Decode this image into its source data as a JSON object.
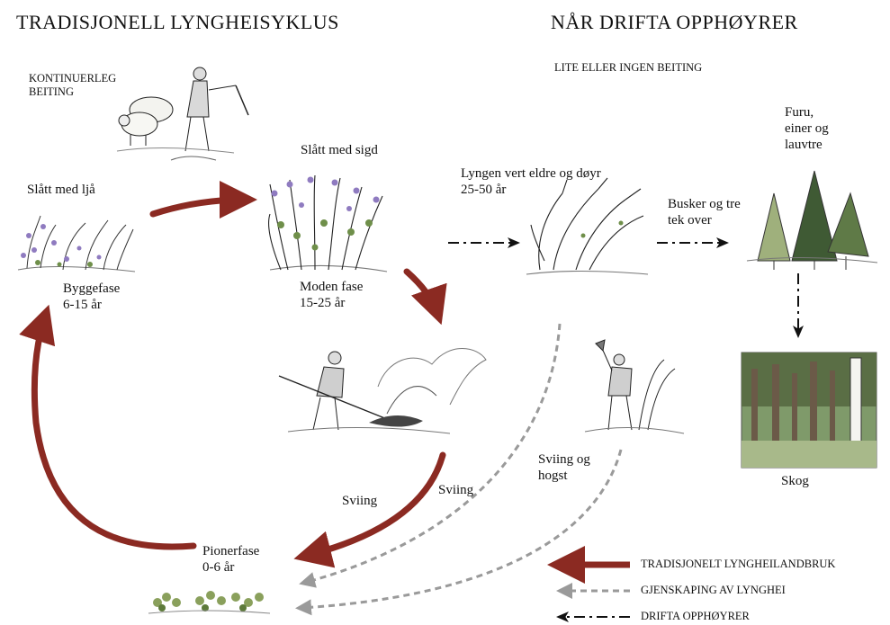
{
  "titles": {
    "left": "TRADISJONELL LYNGHEISYKLUS",
    "right": "NÅR DRIFTA OPPHØYRER"
  },
  "labels": {
    "kontinuerleg_line1": "KONTINUERLEG",
    "kontinuerleg_line2": "BEITING",
    "lite_beiting": "LITE ELLER INGEN BEITING",
    "slatt_ljaa": "Slått med ljå",
    "slatt_sigd": "Slått med sigd",
    "byggefase_line1": "Byggefase",
    "byggefase_line2": "6-15 år",
    "moden_line1": "Moden fase",
    "moden_line2": "15-25 år",
    "lyngen_line1": "Lyngen vert eldre og døyr",
    "lyngen_line2": "25-50 år",
    "busker_line1": "Busker og tre",
    "busker_line2": "tek over",
    "furu_line1": "Furu,",
    "furu_line2": "einer og",
    "furu_line3": "lauvtre",
    "skog": "Skog",
    "sviing_left": "Sviing",
    "sviing_right": "Sviing",
    "sviing_hogst_line1": "Sviing og",
    "sviing_hogst_line2": "hogst",
    "pionerfase_line1": "Pionerfase",
    "pionerfase_line2": "0-6 år"
  },
  "legend": [
    {
      "label": "TRADISJONELT LYNGHEILANDBRUK",
      "style": "solid-red",
      "color": "#8b2a22"
    },
    {
      "label": "GJENSKAPING AV LYNGHEI",
      "style": "dashed-grey",
      "color": "#9a9a9a"
    },
    {
      "label": "DRIFTA OPPHØYRER",
      "style": "dash-dot-black",
      "color": "#111111"
    }
  ],
  "colors": {
    "cycle_arrow": "#8b2a22",
    "restore_arrow": "#9a9a9a",
    "abandon_arrow": "#111111",
    "heather_purple": "#8f7bc0",
    "foliage_green": "#6f8f4a",
    "forest_dark": "#4a5a3a"
  }
}
